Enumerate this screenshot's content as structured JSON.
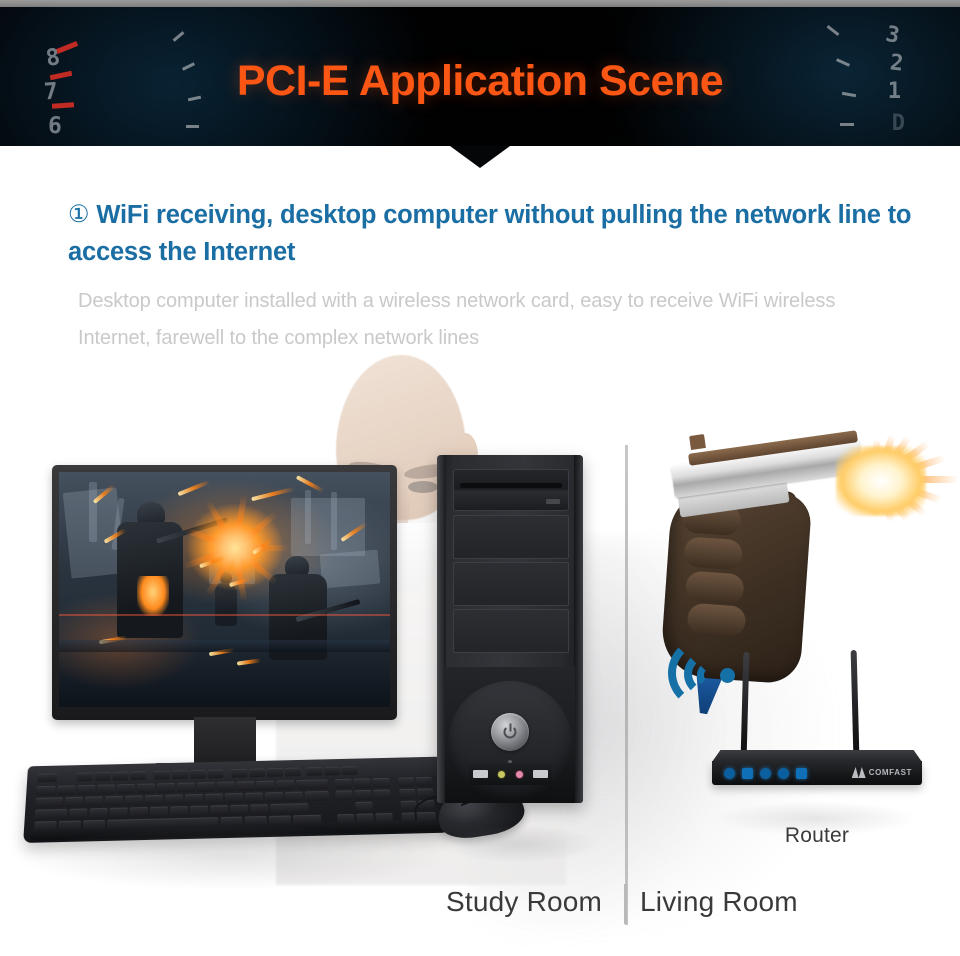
{
  "banner": {
    "title": "PCI-E Application Scene",
    "title_color": "#fb5613",
    "background_color": "#050608",
    "gauge_numbers": [
      "8",
      "7",
      "6",
      "3",
      "2",
      "1",
      "D"
    ]
  },
  "content": {
    "heading_marker": "①",
    "heading": "WiFi receiving, desktop computer without pulling the network line to access the Internet",
    "heading_color": "#1a6ea3",
    "body": "Desktop computer installed with a wireless network card, easy to receive WiFi wireless Internet, farewell to the complex network lines",
    "body_color": "#c9c9c9"
  },
  "scene": {
    "monitor": {
      "name": "gaming-monitor",
      "screen_content": "first-person shooter battle scene"
    },
    "tower": {
      "name": "desktop-pc-tower"
    },
    "keyboard": {
      "name": "keyboard"
    },
    "mouse": {
      "name": "mouse"
    },
    "wifi_icon": {
      "name": "wifi-signal-icon",
      "color": "#1570a6"
    },
    "router": {
      "label": "Router",
      "brand": "COMFAST",
      "antennas": 2,
      "led_count": 5,
      "led_color": "#0f70b8"
    },
    "character": {
      "name": "bald-agent-character"
    },
    "gun": {
      "name": "pistol-with-muzzle-flash"
    }
  },
  "rooms": {
    "left_label": "Study Room",
    "right_label": "Living Room",
    "divider_color": "#b9b9b9"
  }
}
